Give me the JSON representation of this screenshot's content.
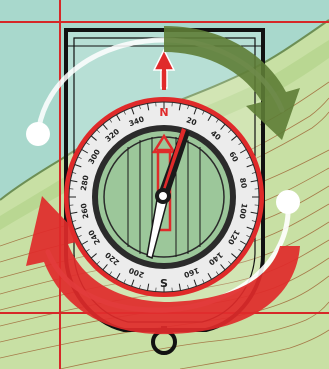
{
  "compass": {
    "north_letter": "N",
    "south_letter": "S",
    "bearing_labels": [
      "20",
      "40",
      "60",
      "80",
      "100",
      "120",
      "140",
      "160",
      "200",
      "220",
      "240",
      "260",
      "280",
      "300",
      "320",
      "340"
    ],
    "bearing_angles": [
      20,
      40,
      60,
      80,
      100,
      120,
      140,
      160,
      200,
      220,
      240,
      260,
      280,
      300,
      320,
      340
    ]
  },
  "colors": {
    "red": "#e02a2a",
    "dark_green": "#5e7d36",
    "sea": "#a8d8cc",
    "land": "#c8e0a4",
    "grid_line": "#d62828",
    "contour": "#a06a3a",
    "baseplate": "#111111",
    "dial_ring": "#2b2b2b",
    "housing_green": "#9cc79a"
  },
  "icons": [
    "rotate-clockwise-arrow-icon",
    "rotate-counterclockwise-arrow-icon",
    "direction-of-travel-arrow-icon",
    "magnetic-needle-icon",
    "lanyard-hole-icon"
  ]
}
